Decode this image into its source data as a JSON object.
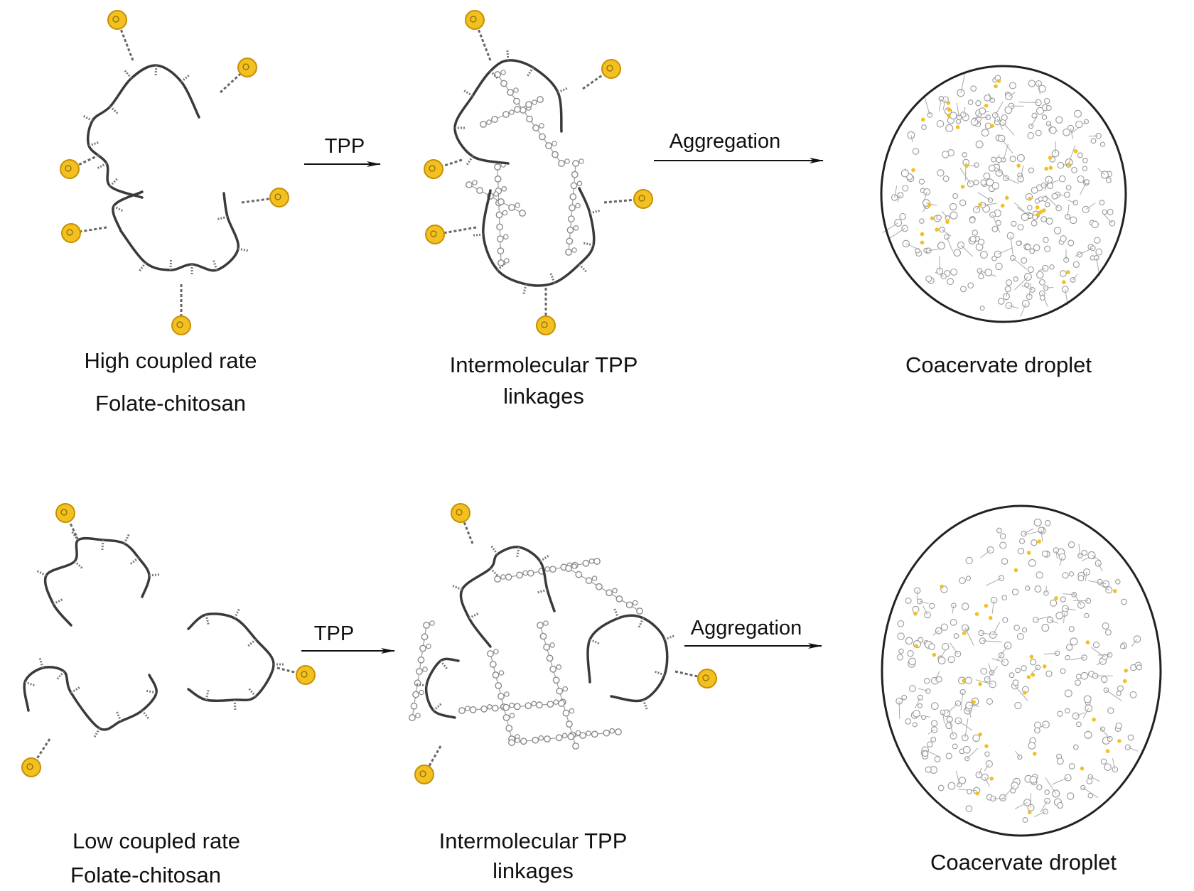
{
  "rows": [
    {
      "start_caption_line1": "High coupled rate",
      "start_caption_line2": "Folate-chitosan",
      "step1_label": "TPP",
      "middle_caption_line1": "Intermolecular TPP",
      "middle_caption_line2": "linkages",
      "step2_label": "Aggregation",
      "end_caption": "Coacervate droplet"
    },
    {
      "start_caption_line1": "Low coupled rate",
      "start_caption_line2": "Folate-chitosan",
      "step1_label": "TPP",
      "middle_caption_line1": "Intermolecular TPP",
      "middle_caption_line2": "linkages",
      "step2_label": "Aggregation",
      "end_caption": "Coacervate droplet"
    }
  ],
  "colors": {
    "folate_fill": "#f2c020",
    "folate_stroke": "#c89000",
    "chain": "#3a3a3a",
    "tpp_ring": "#8a8a8a",
    "droplet_border": "#222222",
    "droplet_mesh": "#9a9a9a"
  },
  "icons": {
    "folate_group": "folate-circle-icon",
    "chitosan_chain": "polymer-chain-icon",
    "tpp_linkage": "tpp-ring-icon",
    "droplet": "coacervate-droplet-icon"
  }
}
